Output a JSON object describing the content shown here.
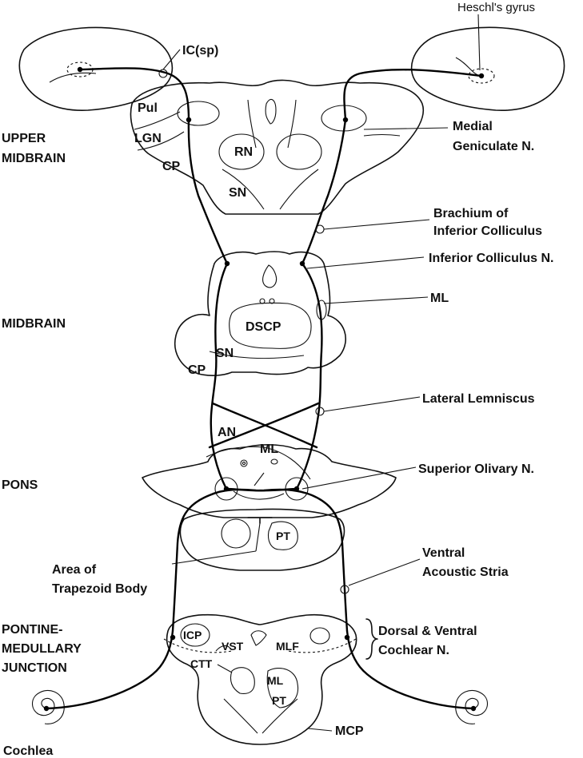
{
  "levels": {
    "upper_midbrain": [
      "UPPER",
      "MIDBRAIN"
    ],
    "midbrain": "MIDBRAIN",
    "pons": "PONS",
    "pontomedullary": [
      "PONTINE-",
      "MEDULLARY",
      "JUNCTION"
    ]
  },
  "callouts": {
    "heschl": "Heschl's gyrus",
    "ic_sp": "IC(sp)",
    "medial_geniculate": [
      "Medial",
      "Geniculate N."
    ],
    "brachium": [
      "Brachium of",
      "Inferior Colliculus"
    ],
    "ic_nucleus": "Inferior Colliculus N.",
    "ml_midbrain": "ML",
    "lateral_lemniscus": "Lateral Lemniscus",
    "superior_olivary": "Superior Olivary N.",
    "ventral_acoustic_stria": [
      "Ventral",
      "Acoustic Stria"
    ],
    "trapezoid_body": [
      "Area of",
      "Trapezoid Body"
    ],
    "cochlear_nuclei": [
      "Dorsal & Ventral",
      "Cochlear N."
    ],
    "mcp": "MCP",
    "cochlea": "Cochlea"
  },
  "structures": {
    "upper_midbrain": {
      "pul": "Pul",
      "lgn": "LGN",
      "cp": "CP",
      "rn": "RN",
      "sn": "SN"
    },
    "midbrain": {
      "dscp": "DSCP",
      "sn": "SN",
      "cp": "CP"
    },
    "pons": {
      "an": "AN",
      "ml": "ML",
      "pt": "PT"
    },
    "medulla": {
      "icp": "ICP",
      "vst": "VST",
      "mlf": "MLF",
      "ctt": "CTT",
      "ml": "ML",
      "pt": "PT"
    }
  }
}
